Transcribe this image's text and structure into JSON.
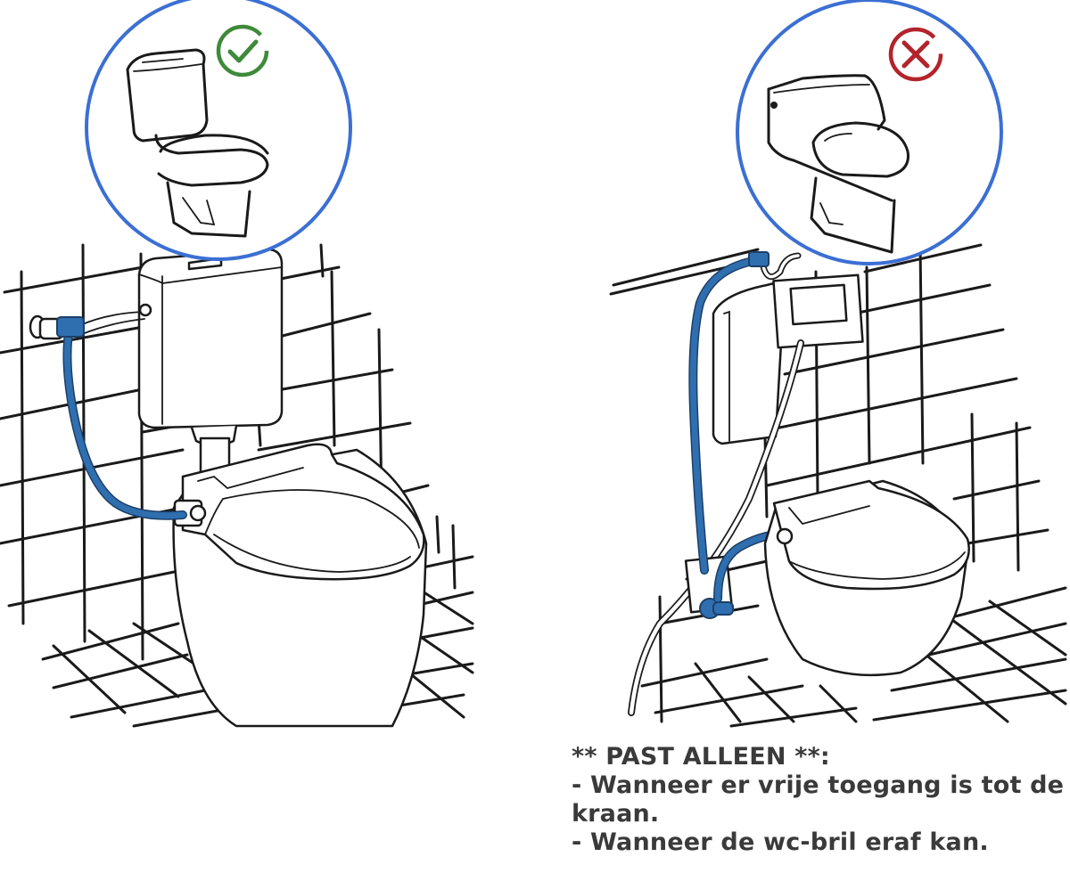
{
  "colors": {
    "circle_border": "#3b6fd4",
    "hose": "#2f6fb0",
    "check": "#3e8a3a",
    "cross": "#b3232b",
    "line_art": "#1a1a1a",
    "text": "#3a3a3a"
  },
  "panels": [
    {
      "id": "compatible",
      "badge_icon": "check-circle-icon",
      "toilet_type": "close-coupled toilet with cistern",
      "status": "compatible"
    },
    {
      "id": "incompatible",
      "badge_icon": "cross-circle-icon",
      "toilet_type": "one-piece toilet",
      "status": "not compatible"
    }
  ],
  "note": {
    "heading": "** PAST ALLEEN **:",
    "lines": [
      "- Wanneer er vrije toegang is tot de",
      "kraan.",
      "- Wanneer de wc-bril eraf kan."
    ]
  }
}
